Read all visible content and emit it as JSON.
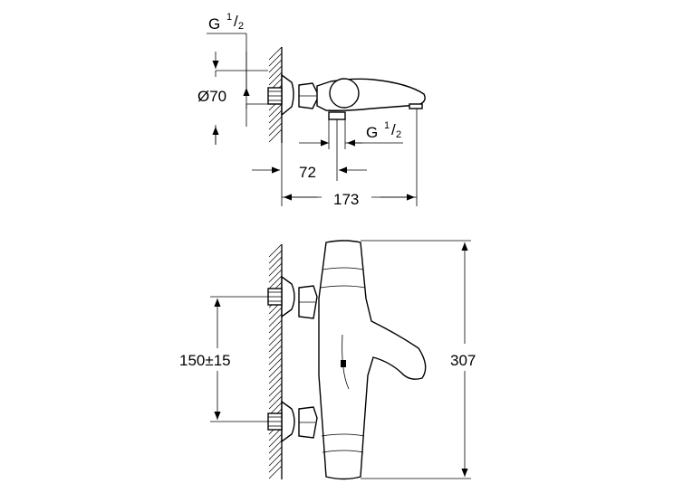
{
  "top_view": {
    "thread_top": {
      "prefix": "G",
      "num": "1",
      "den": "2"
    },
    "thread_bottom": {
      "prefix": "G",
      "num": "1",
      "den": "2"
    },
    "diameter": "Ø70",
    "dim_outlet": "72",
    "dim_depth": "173"
  },
  "front_view": {
    "dim_spacing": "150±15",
    "dim_height": "307"
  }
}
